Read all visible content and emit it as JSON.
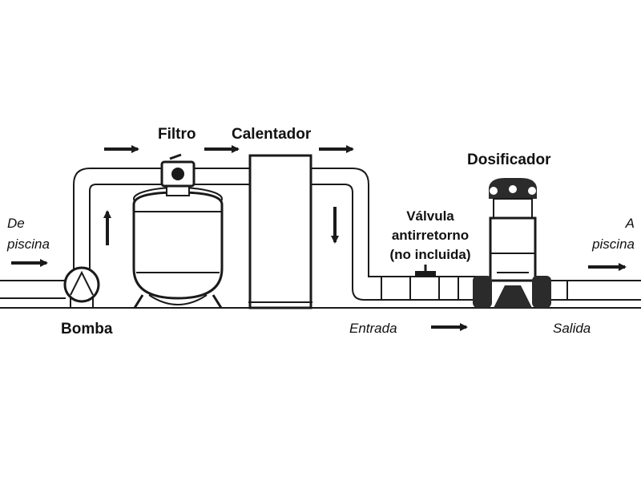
{
  "labels": {
    "filtro": "Filtro",
    "calentador": "Calentador",
    "dosificador": "Dosificador",
    "valvula_line1": "Válvula",
    "valvula_line2": "antirretorno",
    "valvula_line3": "(no incluida)",
    "bomba": "Bomba",
    "de_piscina_line1": "De",
    "de_piscina_line2": "piscina",
    "a_piscina_line1": "A",
    "a_piscina_line2": "piscina",
    "entrada": "Entrada",
    "salida": "Salida"
  },
  "colors": {
    "line": "#1a1a1a",
    "fill": "#ffffff",
    "dark": "#2b2b2b"
  }
}
